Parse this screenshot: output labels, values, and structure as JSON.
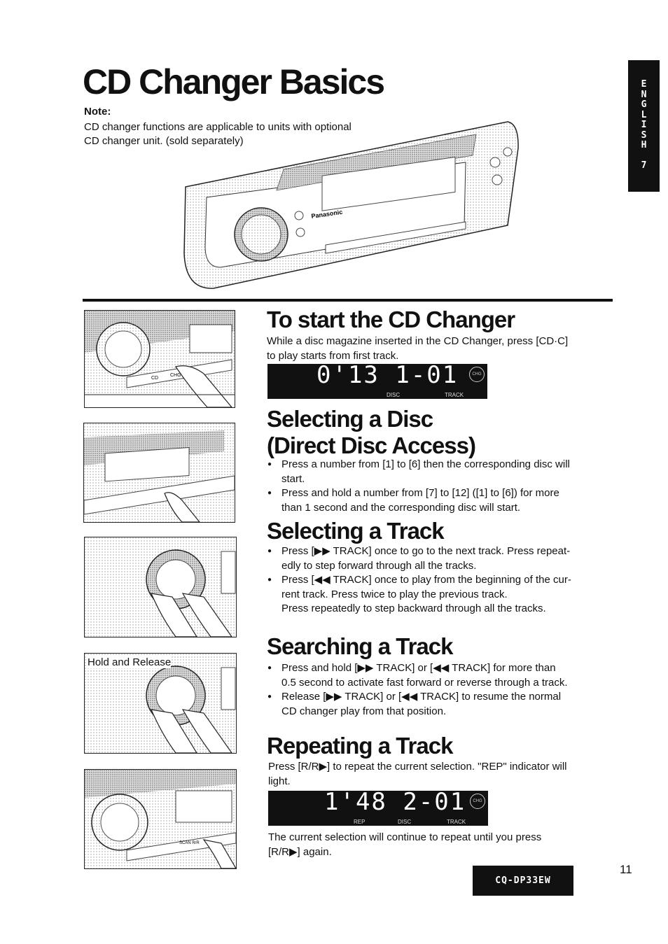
{
  "title": "CD Changer Basics",
  "note": {
    "label": "Note:",
    "line1": "CD changer functions are applicable to units with optional",
    "line2": "CD changer unit. (sold separately)"
  },
  "lang_tab": {
    "letters": [
      "E",
      "N",
      "G",
      "L",
      "I",
      "S",
      "H"
    ],
    "page": "7"
  },
  "brand": "Panasonic",
  "sections": {
    "start": {
      "title": "To start the CD Changer",
      "line1": "While a disc magazine inserted in the CD Changer, press [CD·C]",
      "line2": "to play starts from first track.",
      "lcd": {
        "digits": "0'13  1-01",
        "disc": "DISC",
        "track": "TRACK",
        "badge": "CHG"
      }
    },
    "disc": {
      "title1": "Selecting a Disc",
      "title2": "(Direct Disc Access)",
      "bullets": [
        {
          "l1": "Press a number from [1] to [6] then the corresponding disc will",
          "l2": "start."
        },
        {
          "l1": "Press and hold a number from [7] to [12] ([1] to [6]) for more",
          "l2": "than 1 second and the corresponding disc will start."
        }
      ]
    },
    "track": {
      "title": "Selecting a Track",
      "bullets": [
        {
          "l1": "Press [▶▶ TRACK] once to go to the next track. Press repeat-",
          "l2": "edly to step forward through all the tracks."
        },
        {
          "l1": "Press [◀◀ TRACK] once to play from the beginning of the cur-",
          "l2": "rent track. Press twice to play the previous track.",
          "l3": "Press repeatedly to step backward through all the tracks."
        }
      ]
    },
    "search": {
      "title": "Searching a Track",
      "bullets": [
        {
          "l1": "Press and hold [▶▶ TRACK] or [◀◀ TRACK] for more than",
          "l2": "0.5 second to activate fast forward or reverse through a track."
        },
        {
          "l1": "Release [▶▶ TRACK] or [◀◀ TRACK] to resume the normal",
          "l2": "CD changer play from that position."
        }
      ]
    },
    "repeat": {
      "title": "Repeating a Track",
      "line1": "Press [R/R▶] to repeat the current selection. \"REP\" indicator will",
      "line2": "light.",
      "lcd": {
        "digits": "1'48  2-01",
        "rep": "REP",
        "disc": "DISC",
        "track": "TRACK",
        "badge": "CHG"
      },
      "after1": "The current selection will continue to repeat until you press",
      "after2": "[R/R▶] again."
    }
  },
  "illustrations": {
    "hold_label": "Hold and Release",
    "cd_label": "CD",
    "chg_label": "CHG",
    "scan_label": "SCAN R/R"
  },
  "model": "CQ-DP33EW",
  "page_number": "11"
}
